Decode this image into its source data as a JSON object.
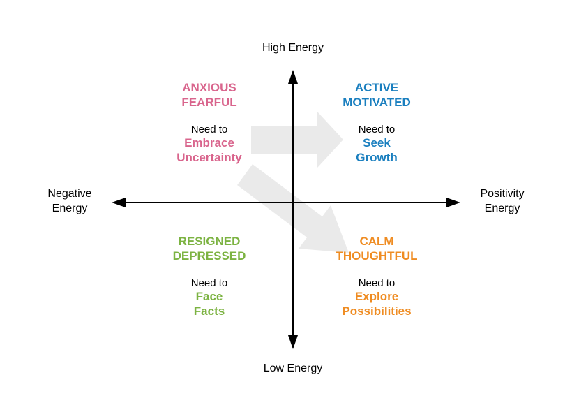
{
  "axes": {
    "top": "High Energy",
    "bottom": "Low Energy",
    "left": [
      "Negative",
      "Energy"
    ],
    "right": [
      "Positivity",
      "Energy"
    ]
  },
  "quadrants": {
    "top_left": {
      "state": [
        "ANXIOUS",
        "FEARFUL"
      ],
      "need_prefix": "Need to",
      "need": [
        "Embrace",
        "Uncertainty"
      ],
      "color": "#d9658d"
    },
    "top_right": {
      "state": [
        "ACTIVE",
        "MOTIVATED"
      ],
      "need_prefix": "Need to",
      "need": [
        "Seek",
        "Growth"
      ],
      "color": "#1a7fbf"
    },
    "bottom_left": {
      "state": [
        "RESIGNED",
        "DEPRESSED"
      ],
      "need_prefix": "Need to",
      "need": [
        "Face",
        "Facts"
      ],
      "color": "#7cb342"
    },
    "bottom_right": {
      "state": [
        "CALM",
        "THOUGHTFUL"
      ],
      "need_prefix": "Need to",
      "need": [
        "Explore",
        "Possibilities"
      ],
      "color": "#ef8c22"
    }
  },
  "colors": {
    "axis": "#000000",
    "transition_arrow": "#e6e6e6"
  }
}
